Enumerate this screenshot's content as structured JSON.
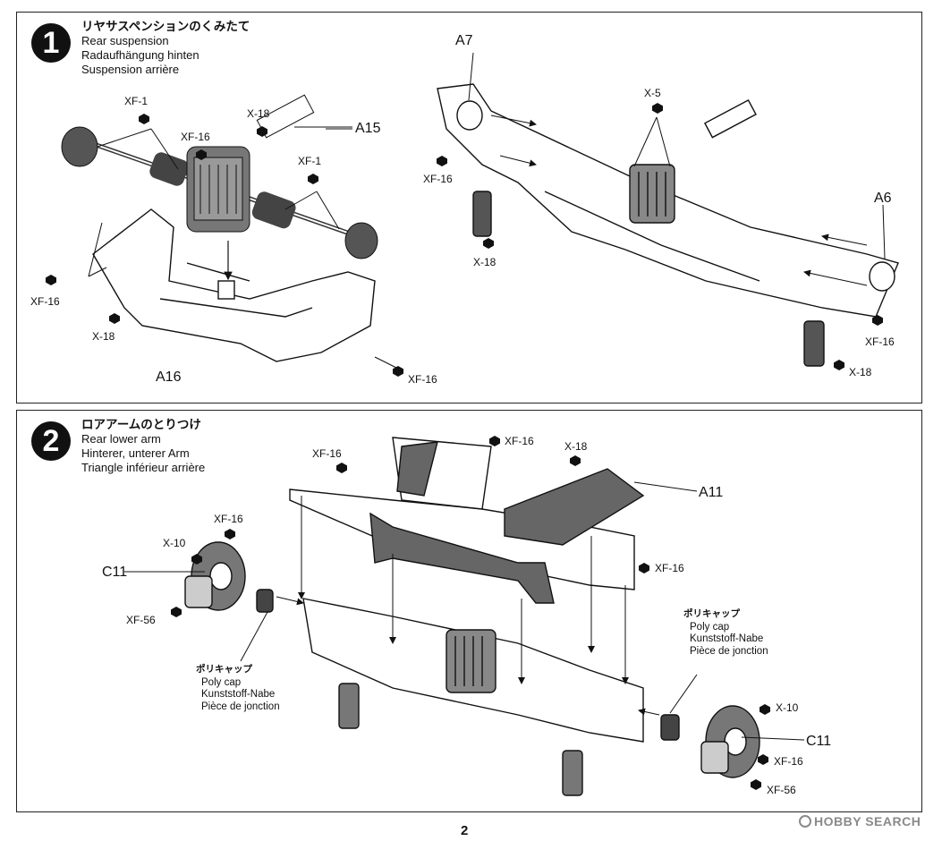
{
  "step1": {
    "number": "1",
    "title_jp": "リヤサスペンションのくみたて",
    "title_en": "Rear suspension",
    "title_de": "Radaufhängung hinten",
    "title_fr": "Suspension arrière",
    "labels": {
      "xf1_a": "XF-1",
      "xf16_a": "XF-16",
      "x18_a": "X-18",
      "a15": "A15",
      "xf1_b": "XF-1",
      "xf16_b": "XF-16",
      "x18_b": "X-18",
      "a16": "A16",
      "xf16_c": "XF-16",
      "a7": "A7",
      "x5": "X-5",
      "xf16_d": "XF-16",
      "x18_c": "X-18",
      "a6": "A6",
      "xf16_e": "XF-16",
      "x18_d": "X-18"
    }
  },
  "step2": {
    "number": "2",
    "title_jp": "ロアアームのとりつけ",
    "title_en": "Rear lower arm",
    "title_de": "Hinterer, unterer Arm",
    "title_fr": "Triangle inférieur arrière",
    "labels": {
      "xf16_a": "XF-16",
      "xf16_b": "XF-16",
      "x18": "X-18",
      "a11": "A11",
      "xf16_c": "XF-16",
      "xf16_d": "XF-16",
      "x10_a": "X-10",
      "c11_a": "C11",
      "xf56_a": "XF-56",
      "x10_b": "X-10",
      "c11_b": "C11",
      "xf16_e": "XF-16",
      "xf56_b": "XF-56"
    },
    "polycap_left": {
      "jp": "ポリキャップ",
      "en": "Poly cap",
      "de": "Kunststoff-Nabe",
      "fr": "Pièce de jonction"
    },
    "polycap_right": {
      "jp": "ポリキャップ",
      "en": "Poly cap",
      "de": "Kunststoff-Nabe",
      "fr": "Pièce de jonction"
    }
  },
  "page_number": "2",
  "watermark": "HOBBY SEARCH"
}
